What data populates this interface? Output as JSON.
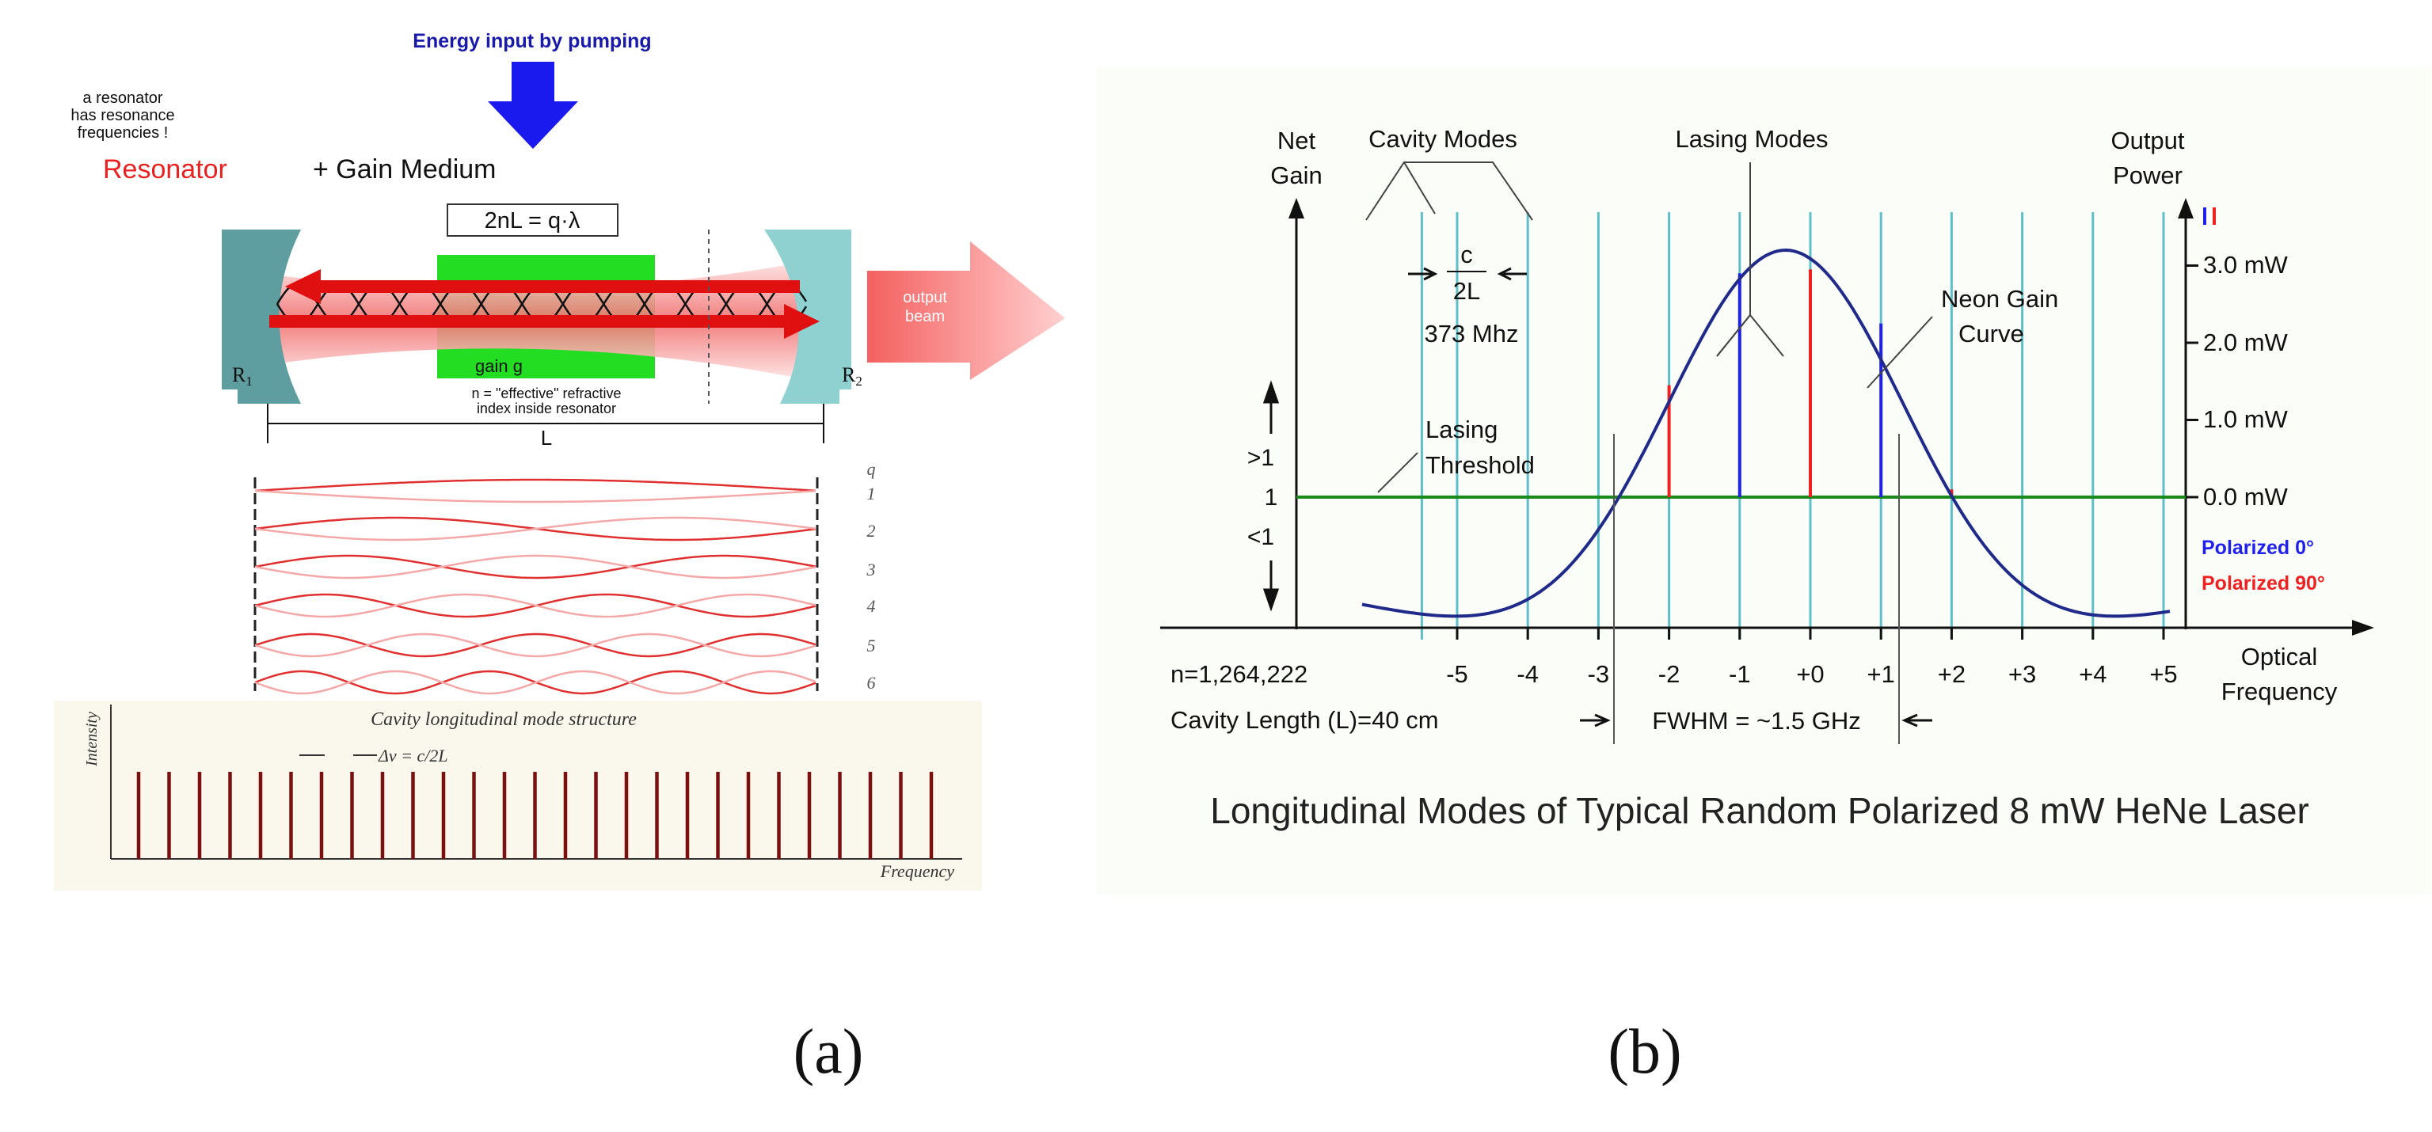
{
  "panel_a": {
    "pump_label": "Energy input by pumping",
    "note_lines": [
      "a resonator",
      "has resonance",
      "frequencies !"
    ],
    "resonator_word": "Resonator",
    "plus_gain": "+ Gain Medium",
    "equation": "2nL = q·λ",
    "output_beam": [
      "output",
      "beam"
    ],
    "gain_label": "gain g",
    "index_note": [
      "n = \"effective\" refractive",
      "index inside resonator"
    ],
    "mirror_left": "R",
    "mirror_left_sub": "1",
    "mirror_right": "R",
    "mirror_right_sub": "2",
    "length_label": "L",
    "mode_numbers": [
      "q",
      "1",
      "2",
      "3",
      "4",
      "5",
      "6"
    ],
    "spectrum_title": "Cavity longitudinal mode structure",
    "spectrum_ylabel": "Intensity",
    "spectrum_xlabel": "Frequency",
    "spacing_label": "Δν = c/2L",
    "line_count": 27,
    "colors": {
      "pump": "#1a1aee",
      "resonator_text": "#e82020",
      "gain": "#22dd22",
      "mirror": "#6aa7a7",
      "beam": "#e01010",
      "spectrum_line": "#7a1010"
    }
  },
  "panel_b": {
    "left_axis_title": [
      "Net",
      "Gain"
    ],
    "right_axis_title": [
      "Output",
      "Power"
    ],
    "cavity_modes_label": "Cavity Modes",
    "lasing_modes_label": "Lasing Modes",
    "spacing_num": "c",
    "spacing_den": "2L",
    "spacing_value": "373 Mhz",
    "neon_gain": [
      "Neon Gain",
      "Curve"
    ],
    "threshold": [
      "Lasing",
      "Threshold"
    ],
    "gain_ticks": [
      ">1",
      "1",
      "<1"
    ],
    "power_ticks": [
      "3.0 mW",
      "2.0 mW",
      "1.0 mW",
      "0.0 mW"
    ],
    "pol0": "Polarized 0°",
    "pol90": "Polarized 90°",
    "x_title": [
      "Optical",
      "Frequency"
    ],
    "n_label": "n=1,264,222",
    "cavity_length": "Cavity Length (L)=40 cm",
    "fwhm": "FWHM = ~1.5 GHz",
    "caption": "Longitudinal Modes of Typical Random Polarized 8 mW HeNe Laser",
    "colors": {
      "mode": "#5fbfc9",
      "curve": "#1f2a8a",
      "threshold": "#1a8a1a",
      "pol0": "#2020ee",
      "pol90": "#ee2020"
    }
  },
  "chart_data": {
    "type": "line",
    "title": "Longitudinal Modes of Typical Random Polarized 8 mW HeNe Laser",
    "xlabel": "Optical Frequency",
    "ylabel": "Net Gain",
    "y2label": "Output Power",
    "x_ticks": [
      "-5",
      "-4",
      "-3",
      "-2",
      "-1",
      "+0",
      "+1",
      "+2",
      "+3",
      "+4",
      "+5"
    ],
    "cavity_modes_n": [
      -5.5,
      -5,
      -4,
      -3,
      -2,
      -1,
      0,
      1,
      2,
      3,
      4,
      5
    ],
    "gain_curve": {
      "center": -0.35,
      "fwhm_modes": 4.0,
      "peak_power_mW": 3.2
    },
    "lasing_modes": [
      {
        "n": -2,
        "power_mW": 1.45,
        "polarization": "Polarized 90°"
      },
      {
        "n": -1,
        "power_mW": 2.9,
        "polarization": "Polarized 0°"
      },
      {
        "n": 0,
        "power_mW": 2.95,
        "polarization": "Polarized 90°"
      },
      {
        "n": 1,
        "power_mW": 2.25,
        "polarization": "Polarized 0°"
      },
      {
        "n": 2,
        "power_mW": 0.1,
        "polarization": "Polarized 90°"
      }
    ],
    "y2_ticks": [
      "0.0 mW",
      "1.0 mW",
      "2.0 mW",
      "3.0 mW"
    ],
    "fwhm": "FWHM = ~1.5 GHz"
  },
  "labels": {
    "a": "(a)",
    "b": "(b)"
  }
}
